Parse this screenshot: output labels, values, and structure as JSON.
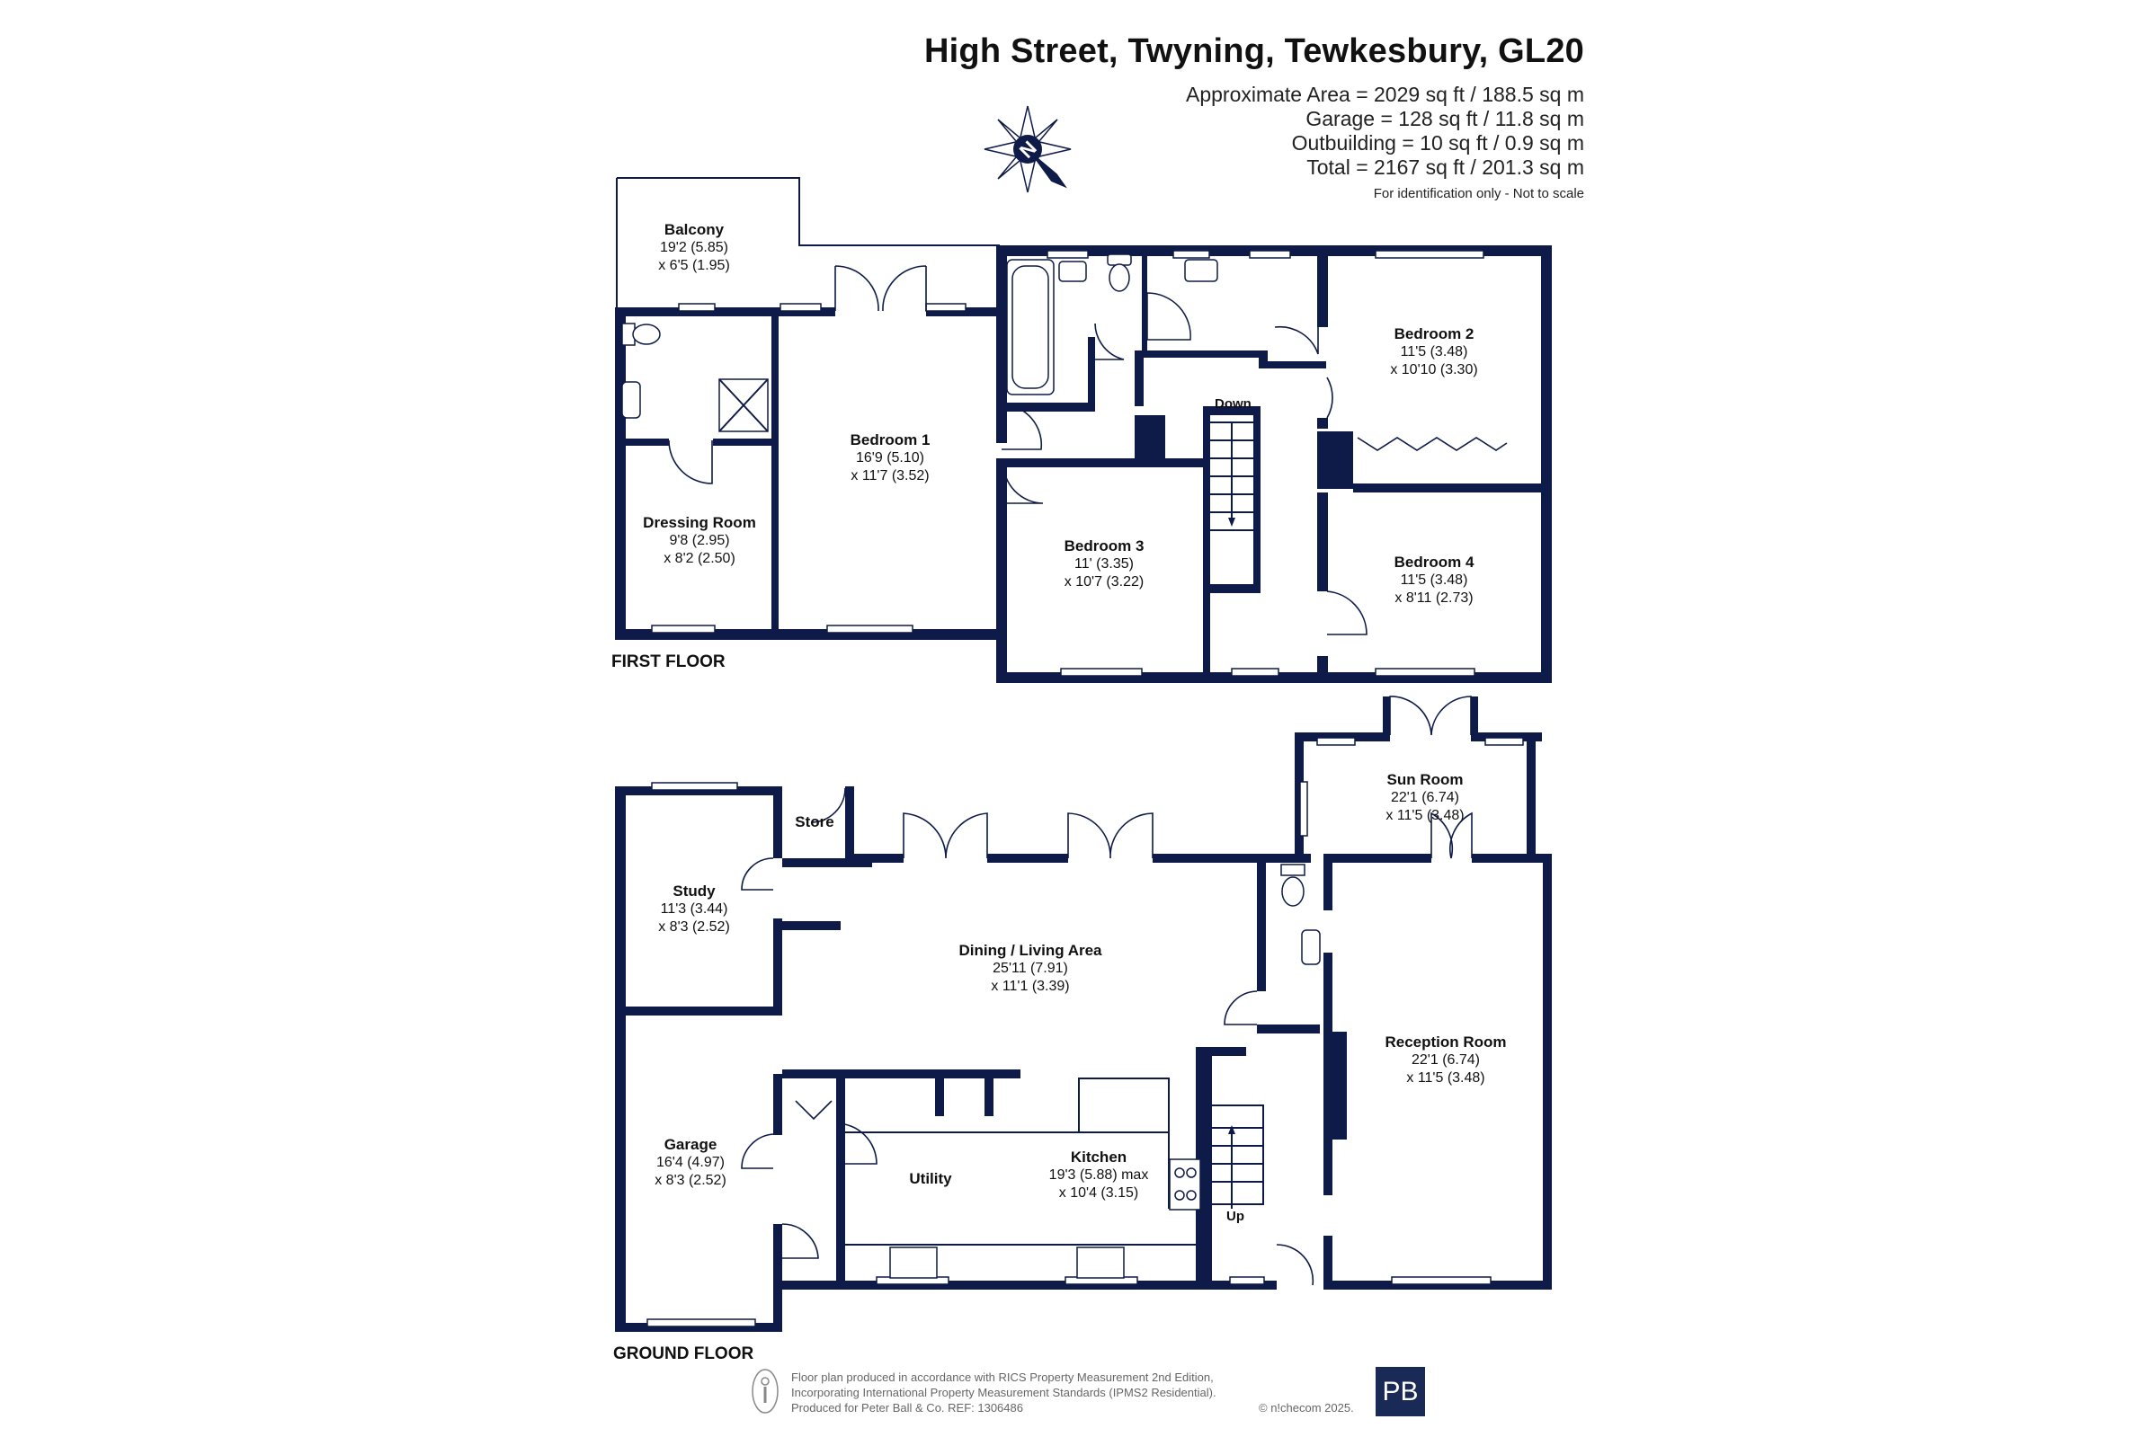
{
  "header": {
    "title": "High Street, Twyning, Tewkesbury, GL20",
    "areas": [
      "Approximate Area = 2029 sq ft / 188.5 sq m",
      "Garage = 128 sq ft / 11.8 sq m",
      "Outbuilding = 10 sq ft / 0.9 sq m",
      "Total = 2167 sq ft / 201.3 sq m"
    ],
    "note": "For identification only - Not to scale"
  },
  "compass": {
    "letter": "N"
  },
  "first_floor": {
    "label": "FIRST FLOOR",
    "stairs": "Down",
    "rooms": {
      "balcony": {
        "name": "Balcony",
        "dim1": "19'2 (5.85)",
        "dim2": "x 6'5 (1.95)"
      },
      "bedroom1": {
        "name": "Bedroom 1",
        "dim1": "16'9 (5.10)",
        "dim2": "x 11'7 (3.52)"
      },
      "dressing": {
        "name": "Dressing Room",
        "dim1": "9'8 (2.95)",
        "dim2": "x 8'2 (2.50)"
      },
      "bedroom2": {
        "name": "Bedroom 2",
        "dim1": "11'5 (3.48)",
        "dim2": "x 10'10 (3.30)"
      },
      "bedroom3": {
        "name": "Bedroom 3",
        "dim1": "11' (3.35)",
        "dim2": "x 10'7 (3.22)"
      },
      "bedroom4": {
        "name": "Bedroom 4",
        "dim1": "11'5 (3.48)",
        "dim2": "x 8'11 (2.73)"
      }
    }
  },
  "ground_floor": {
    "label": "GROUND FLOOR",
    "stairs": "Up",
    "rooms": {
      "store": {
        "name": "Store"
      },
      "study": {
        "name": "Study",
        "dim1": "11'3 (3.44)",
        "dim2": "x 8'3 (2.52)"
      },
      "garage": {
        "name": "Garage",
        "dim1": "16'4 (4.97)",
        "dim2": "x 8'3 (2.52)"
      },
      "dining": {
        "name": "Dining / Living Area",
        "dim1": "25'11 (7.91)",
        "dim2": "x 11'1 (3.39)"
      },
      "utility": {
        "name": "Utility"
      },
      "kitchen": {
        "name": "Kitchen",
        "dim1": "19'3 (5.88) max",
        "dim2": "x 10'4 (3.15)"
      },
      "sunroom": {
        "name": "Sun Room",
        "dim1": "22'1 (6.74)",
        "dim2": "x 11'5 (3.48)"
      },
      "reception": {
        "name": "Reception Room",
        "dim1": "22'1 (6.74)",
        "dim2": "x 11'5 (3.48)"
      }
    }
  },
  "footer": {
    "line1": "Floor plan produced in accordance with RICS Property Measurement 2nd Edition,",
    "line2": "Incorporating International Property Measurement Standards (IPMS2 Residential).",
    "line3": "Produced for Peter Ball & Co.   REF: 1306486",
    "copyright": "© n!checom 2025.",
    "logo": "PB"
  },
  "colors": {
    "wall": "#0e1a47",
    "text": "#111111",
    "logo_bg": "#1a2a57"
  }
}
